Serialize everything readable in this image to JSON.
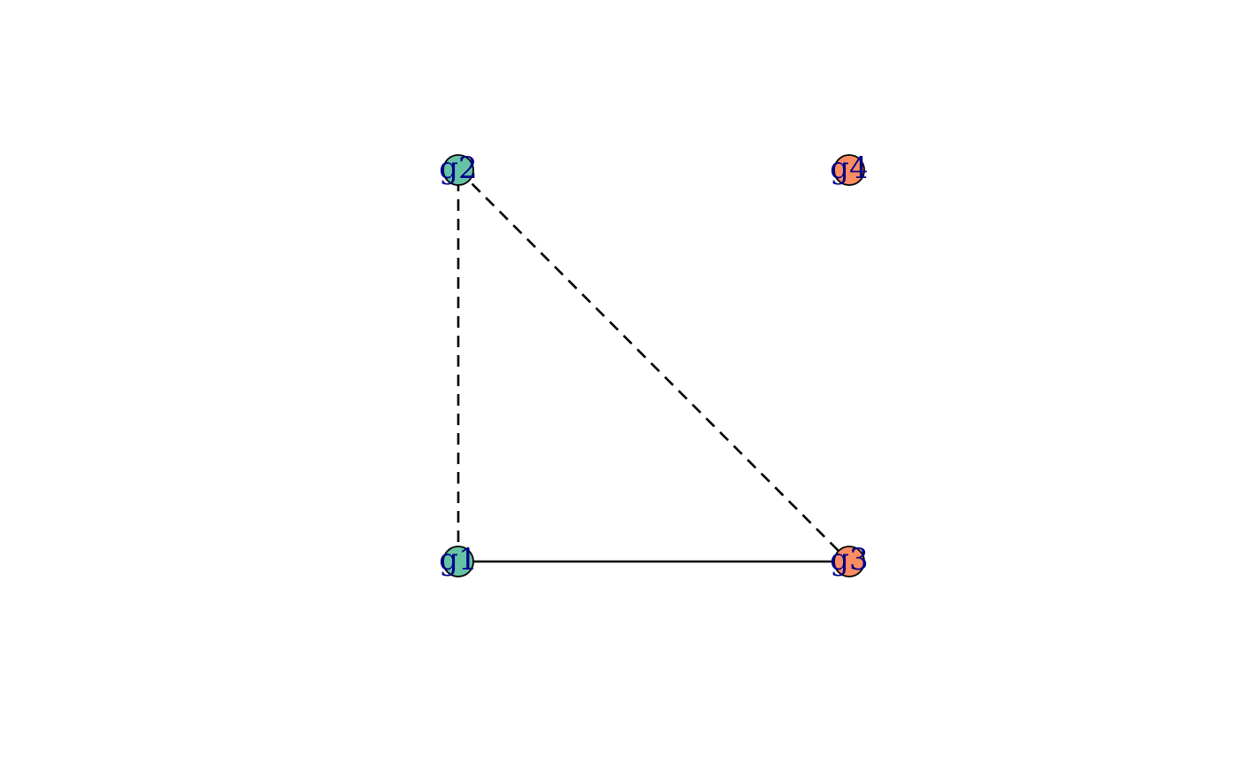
{
  "graph": {
    "nodes": [
      {
        "id": "g1",
        "label": "g1",
        "group": 1
      },
      {
        "id": "g2",
        "label": "g2",
        "group": 1
      },
      {
        "id": "g3",
        "label": "g3",
        "group": 2
      },
      {
        "id": "g4",
        "label": "g4",
        "group": 2
      }
    ],
    "edges": [
      {
        "from": "g1",
        "to": "g2",
        "style": "dashed"
      },
      {
        "from": "g2",
        "to": "g3",
        "style": "dashed"
      },
      {
        "from": "g1",
        "to": "g3",
        "style": "solid"
      }
    ],
    "colors": {
      "group_1": "#66c2a5",
      "group_2": "#fc8d62",
      "label": "#00008b",
      "edge": "#000000",
      "node_border": "#000000"
    }
  }
}
